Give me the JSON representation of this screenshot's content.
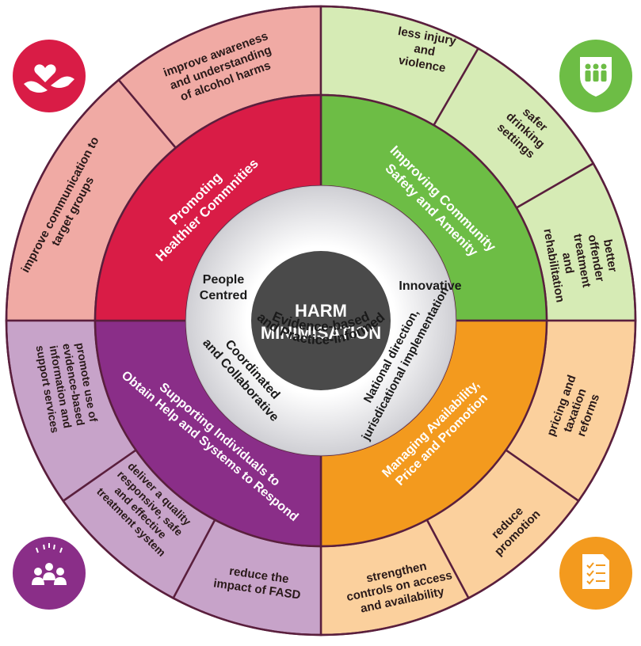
{
  "center": {
    "title": "HARM",
    "title2": "MINIMISATION"
  },
  "principles": {
    "top": "Evidence-based and Practice-informed",
    "left": "People Centred",
    "right": "Innovative",
    "bottom_left": "Coordinated and Collaborative",
    "bottom_right": "National direction, jurisdicational implementation"
  },
  "quadrants": {
    "top_left": "Promoting Healthier Commnities",
    "top_right": "Improving Community Safety and Amenity",
    "bottom_left": "Supporting Individuals to Obtain Help and Systems to Respond",
    "bottom_right": "Managing Availability, Price and Promotion"
  },
  "outer_ring": {
    "tl_1": "improve awareness and understanding of alcohol harms",
    "tl_2": "improve communication to target groups",
    "tr_1": "less injury and violence",
    "tr_2": "safer drinking settings",
    "tr_3": "better offender treatment and rehabilitation",
    "br_1": "pricing and taxation reforms",
    "br_2": "reduce promotion",
    "br_3": "strengthen controls on access and availability",
    "bl_1": "reduce the impact of FASD",
    "bl_2": "deliver a quality responsive, safe and effective treatment system",
    "bl_3": "promote use of evidence-based information and support services"
  },
  "icons": {
    "tl": "hands-heart-icon",
    "tr": "community-people-icon",
    "bl": "group-people-icon",
    "br": "checklist-document-icon"
  },
  "colors": {
    "red": "#d91c46",
    "red_light": "#f0aaa4",
    "green": "#6dbd45",
    "green_light": "#d6ebb5",
    "orange": "#f39a1e",
    "orange_light": "#fbd09d",
    "purple": "#8a2e88",
    "purple_light": "#c7a3c9",
    "center": "#4a4a4a",
    "divider": "#5a1f3d"
  }
}
